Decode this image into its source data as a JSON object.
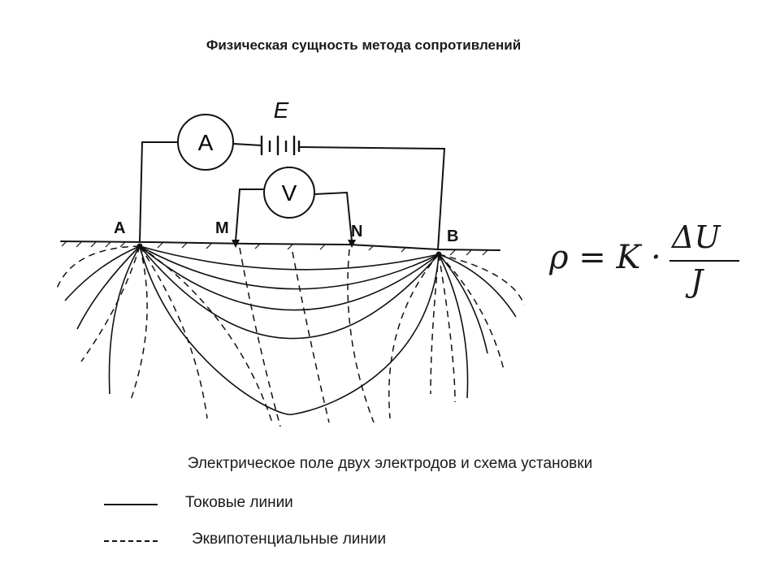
{
  "title": "Физическая сущность метода сопротивлений",
  "diagram": {
    "battery_label": "E",
    "ammeter_label": "A",
    "voltmeter_label": "V",
    "electrodes": {
      "a": "A",
      "m": "M",
      "n": "N",
      "b": "B"
    }
  },
  "formula": {
    "lhs": "ρ = K ·",
    "numerator": "ΔU",
    "denominator": "J"
  },
  "caption": "Электрическое поле двух электродов и схема установки",
  "legend": {
    "current_lines": "Токовые линии",
    "equipotential_lines": "Эквипотенциальные линии"
  }
}
